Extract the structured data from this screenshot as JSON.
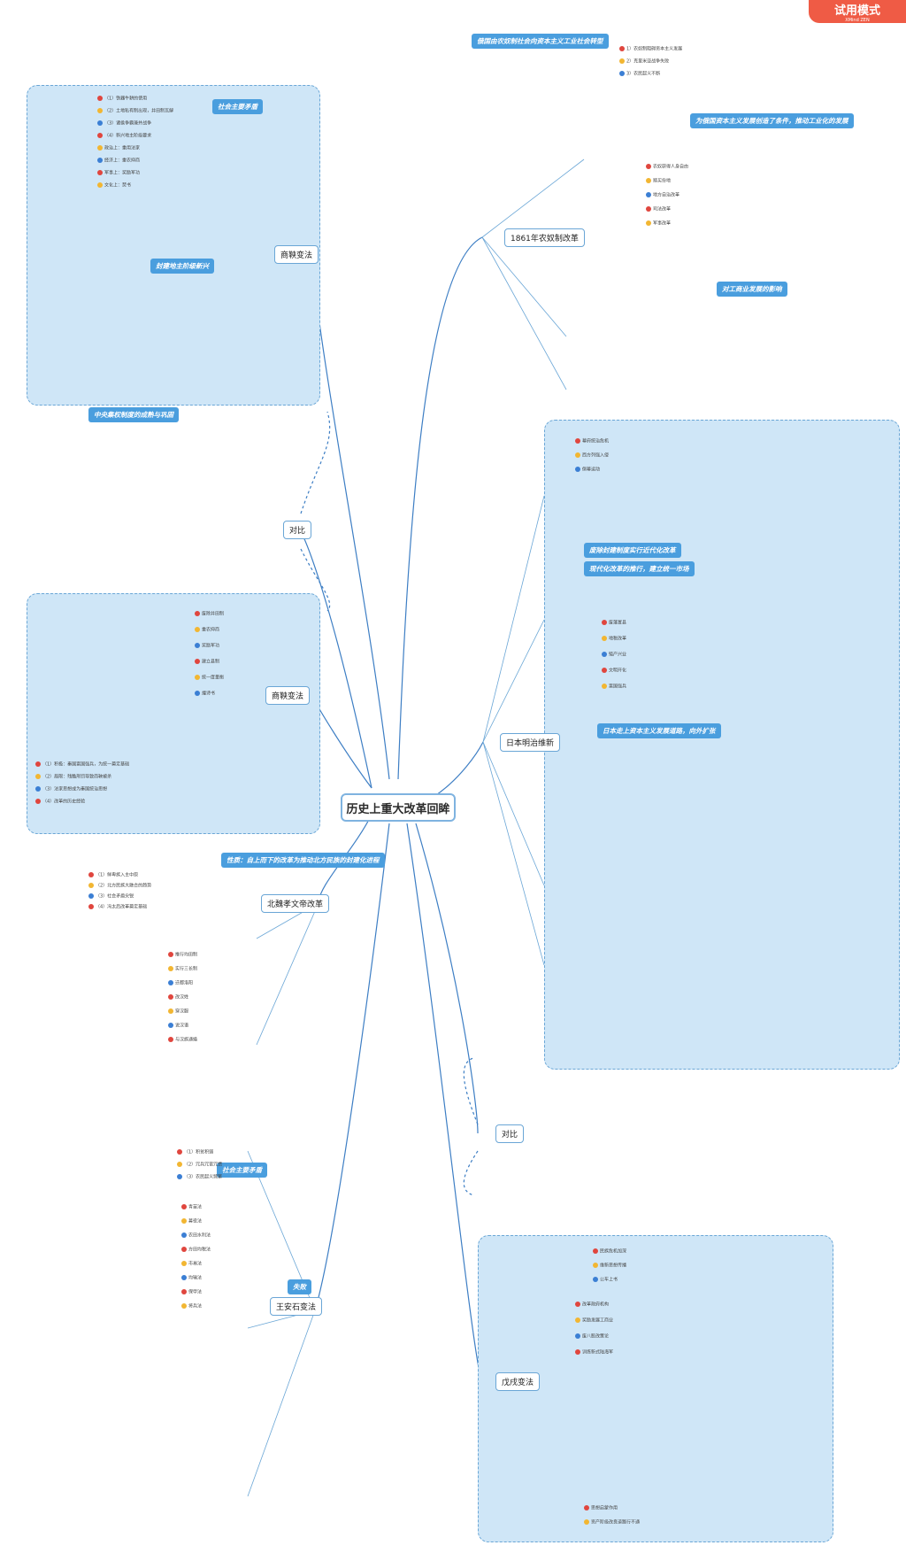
{
  "trial_badge": {
    "label": "试用模式",
    "sub": "XMind ZEN"
  },
  "center": "历史上重大改革回眸",
  "topics": {
    "shangyang": "商鞅变法",
    "beiwei": "北魏孝文帝改革",
    "wanganshi": "王安石变法",
    "compare1": "对比",
    "nongnu": "1861年农奴制改革",
    "meiji": "日本明治维新",
    "compare2": "对比",
    "wuxu": "戊戌变法"
  },
  "tags": {
    "t_nongnu": "俄国由农奴制社会向资本主义工业社会转型",
    "t_shang_purpose": "社会主要矛盾",
    "t_shang_feature": "封建地主阶级新兴",
    "t_shang_nature": "中央集权制度的成熟与巩固",
    "t_beiwei": "性质：自上而下的改革为推动北方民族的封建化进程",
    "t_meiji1": "废除封建制度实行近代化改革",
    "t_meiji2": "现代化改革的推行，建立统一市场",
    "t_meiji3": "日本走上资本主义发展道路，向外扩张",
    "t_wang": "社会主要矛盾",
    "t_wang2": "失败",
    "t_nongnu_result": "为俄国资本主义发展创造了条件，推动工业化的发展",
    "t_nongnu_res2": "对工商业发展的影响"
  },
  "lines": {
    "shang_bg": [
      "（1）铁器牛耕的使用",
      "（2）土地私有制出现，井田制瓦解",
      "（3）诸侯争霸兼并战争",
      "（4）新兴地主阶级要求",
      "政治上：重用法家",
      "经济上：重农抑商",
      "军事上：奖励军功",
      "文化上：焚书"
    ],
    "shang_content": [
      "废除井田制",
      "重农抑商",
      "奖励军功",
      "建立县制",
      "统一度量衡",
      "燔诗书"
    ],
    "shang_eval": [
      "（1）积极：秦国富国强兵，为统一奠定基础",
      "（2）局限：残酷刑罚导致商鞅被杀",
      "（3）法家思想成为秦国统治思想",
      "（4）改革的历史经验"
    ],
    "beiwei_bg": [
      "（1）鲜卑族入主中原",
      "（2）北方民族大融合的趋势",
      "（3）社会矛盾尖锐",
      "（4）冯太后改革奠定基础"
    ],
    "beiwei_content": [
      "推行均田制",
      "实行三长制",
      "迁都洛阳",
      "改汉姓",
      "穿汉服",
      "说汉语",
      "与汉族通婚"
    ],
    "wang_bg": [
      "（1）积贫积弱",
      "（2）冗兵冗官冗费",
      "（3）农民起义频繁"
    ],
    "wang_content": [
      "青苗法",
      "募役法",
      "农田水利法",
      "方田均税法",
      "市易法",
      "均输法",
      "保甲法",
      "将兵法"
    ],
    "nongnu_bg": [
      "1）农奴制阻碍资本主义发展",
      "2）克里米亚战争失败",
      "3）农民起义不断"
    ],
    "nongnu_content": [
      "农奴获得人身自由",
      "赎买份地",
      "地方自治改革",
      "司法改革",
      "军事改革"
    ],
    "meiji_bg": [
      "幕府统治危机",
      "西方列强入侵",
      "倒幕运动"
    ],
    "meiji_content": [
      "废藩置县",
      "地税改革",
      "殖产兴业",
      "文明开化",
      "富国强兵"
    ],
    "wuxu_bg": [
      "民族危机加深",
      "维新思想传播",
      "公车上书"
    ],
    "wuxu_content": [
      "改革政府机构",
      "奖励发展工商业",
      "废八股改策论",
      "训练新式陆海军"
    ],
    "wuxu_eval": [
      "思想启蒙作用",
      "资产阶级改良道路行不通"
    ]
  }
}
